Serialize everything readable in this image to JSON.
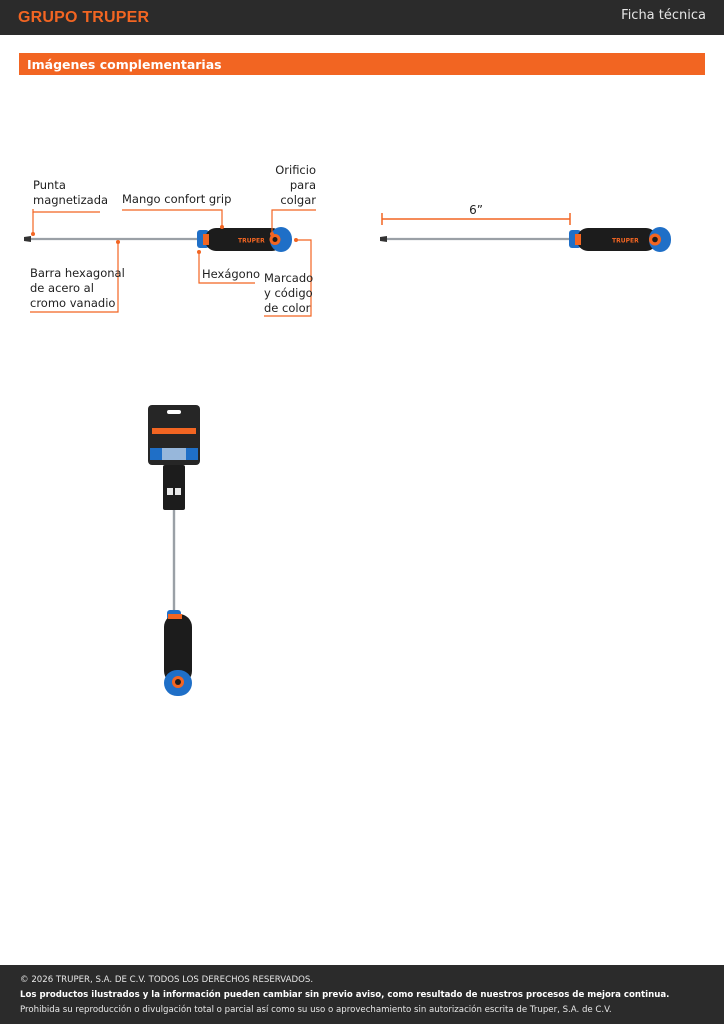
{
  "header": {
    "brand": "GRUPO TRUPER",
    "sheet_title": "Ficha técnica"
  },
  "section": {
    "title": "Imágenes complementarias"
  },
  "callouts": {
    "punta_line1": "Punta",
    "punta_line2": "magnetizada",
    "mango": "Mango confort grip",
    "orificio_line1": "Orificio",
    "orificio_line2": "para",
    "orificio_line3": "colgar",
    "barra_line1": "Barra hexagonal",
    "barra_line2": "de acero al",
    "barra_line3": "cromo vanadio",
    "hexagono": "Hexágono",
    "marcado_line1": "Marcado",
    "marcado_line2": "y código",
    "marcado_line3": "de color"
  },
  "dimension": {
    "length": "6”"
  },
  "handle_logo": "TRUPER",
  "footer": {
    "copyright": "© 2026 TRUPER, S.A. DE C.V. TODOS LOS DERECHOS RESERVADOS.",
    "notice": "Los productos ilustrados y la información pueden cambiar sin previo aviso, como resultado de nuestros procesos de mejora continua.",
    "prohibition": "Prohibida su reproducción o divulgación total o parcial así como su uso o aprovechamiento sin autorización escrita de Truper, S.A. de C.V."
  },
  "colors": {
    "brand_orange": "#f26522",
    "handle_blue": "#1f6fc7",
    "handle_black": "#1c1c1c",
    "dark_bar": "#2b2b2b"
  }
}
